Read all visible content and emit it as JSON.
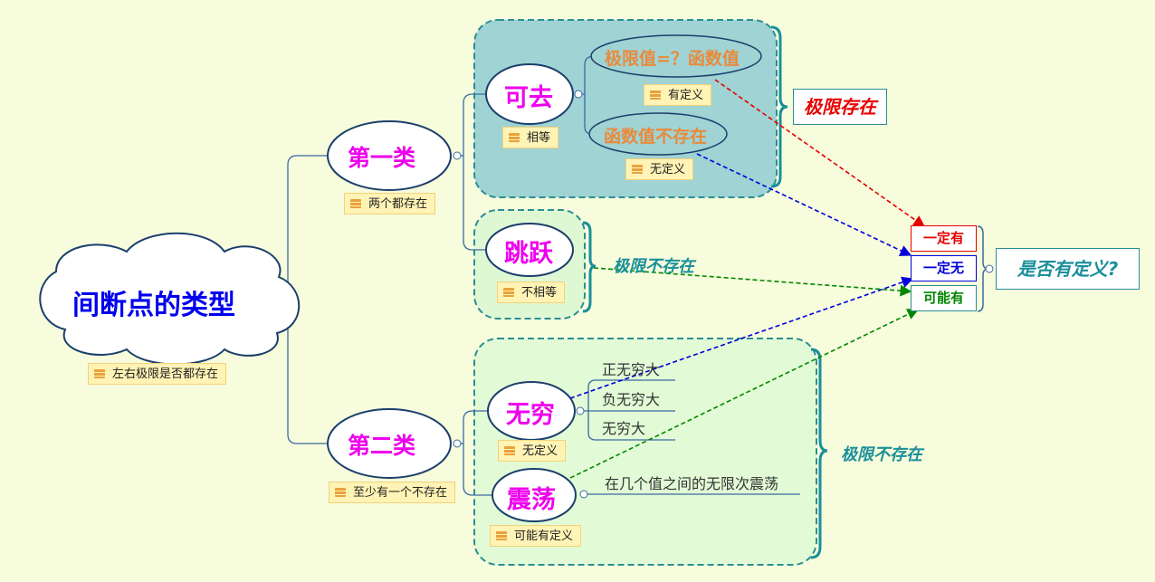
{
  "root": {
    "title": "间断点的类型",
    "note": "左右极限是否都存在"
  },
  "type1": {
    "label": "第一类",
    "note": "两个都存在"
  },
  "type2": {
    "label": "第二类",
    "note": "至少有一个不存在"
  },
  "removable": {
    "label": "可去",
    "note": "相等",
    "child_a": "极限值=？函数值",
    "child_a_note": "有定义",
    "child_b": "函数值不存在",
    "child_b_note": "无定义"
  },
  "jump": {
    "label": "跳跃",
    "note": "不相等"
  },
  "infinite": {
    "label": "无穷",
    "note": "无定义",
    "leaves": [
      "正无穷大",
      "负无穷大",
      "无穷大"
    ]
  },
  "oscillating": {
    "label": "震荡",
    "note": "可能有定义",
    "leaf": "在几个值之间的无限次震荡"
  },
  "summary": {
    "limit_exists": "极限存在",
    "limit_not_exists_1": "极限不存在",
    "limit_not_exists_2": "极限不存在"
  },
  "definition": {
    "definitely_yes": "一定有",
    "definitely_no": "一定无",
    "maybe": "可能有",
    "question": "是否有定义?"
  },
  "colors": {
    "red": "#e60000",
    "blue": "#0000dd",
    "green": "#008800",
    "teal": "#1a8f9a",
    "magenta": "#ee00ee"
  }
}
